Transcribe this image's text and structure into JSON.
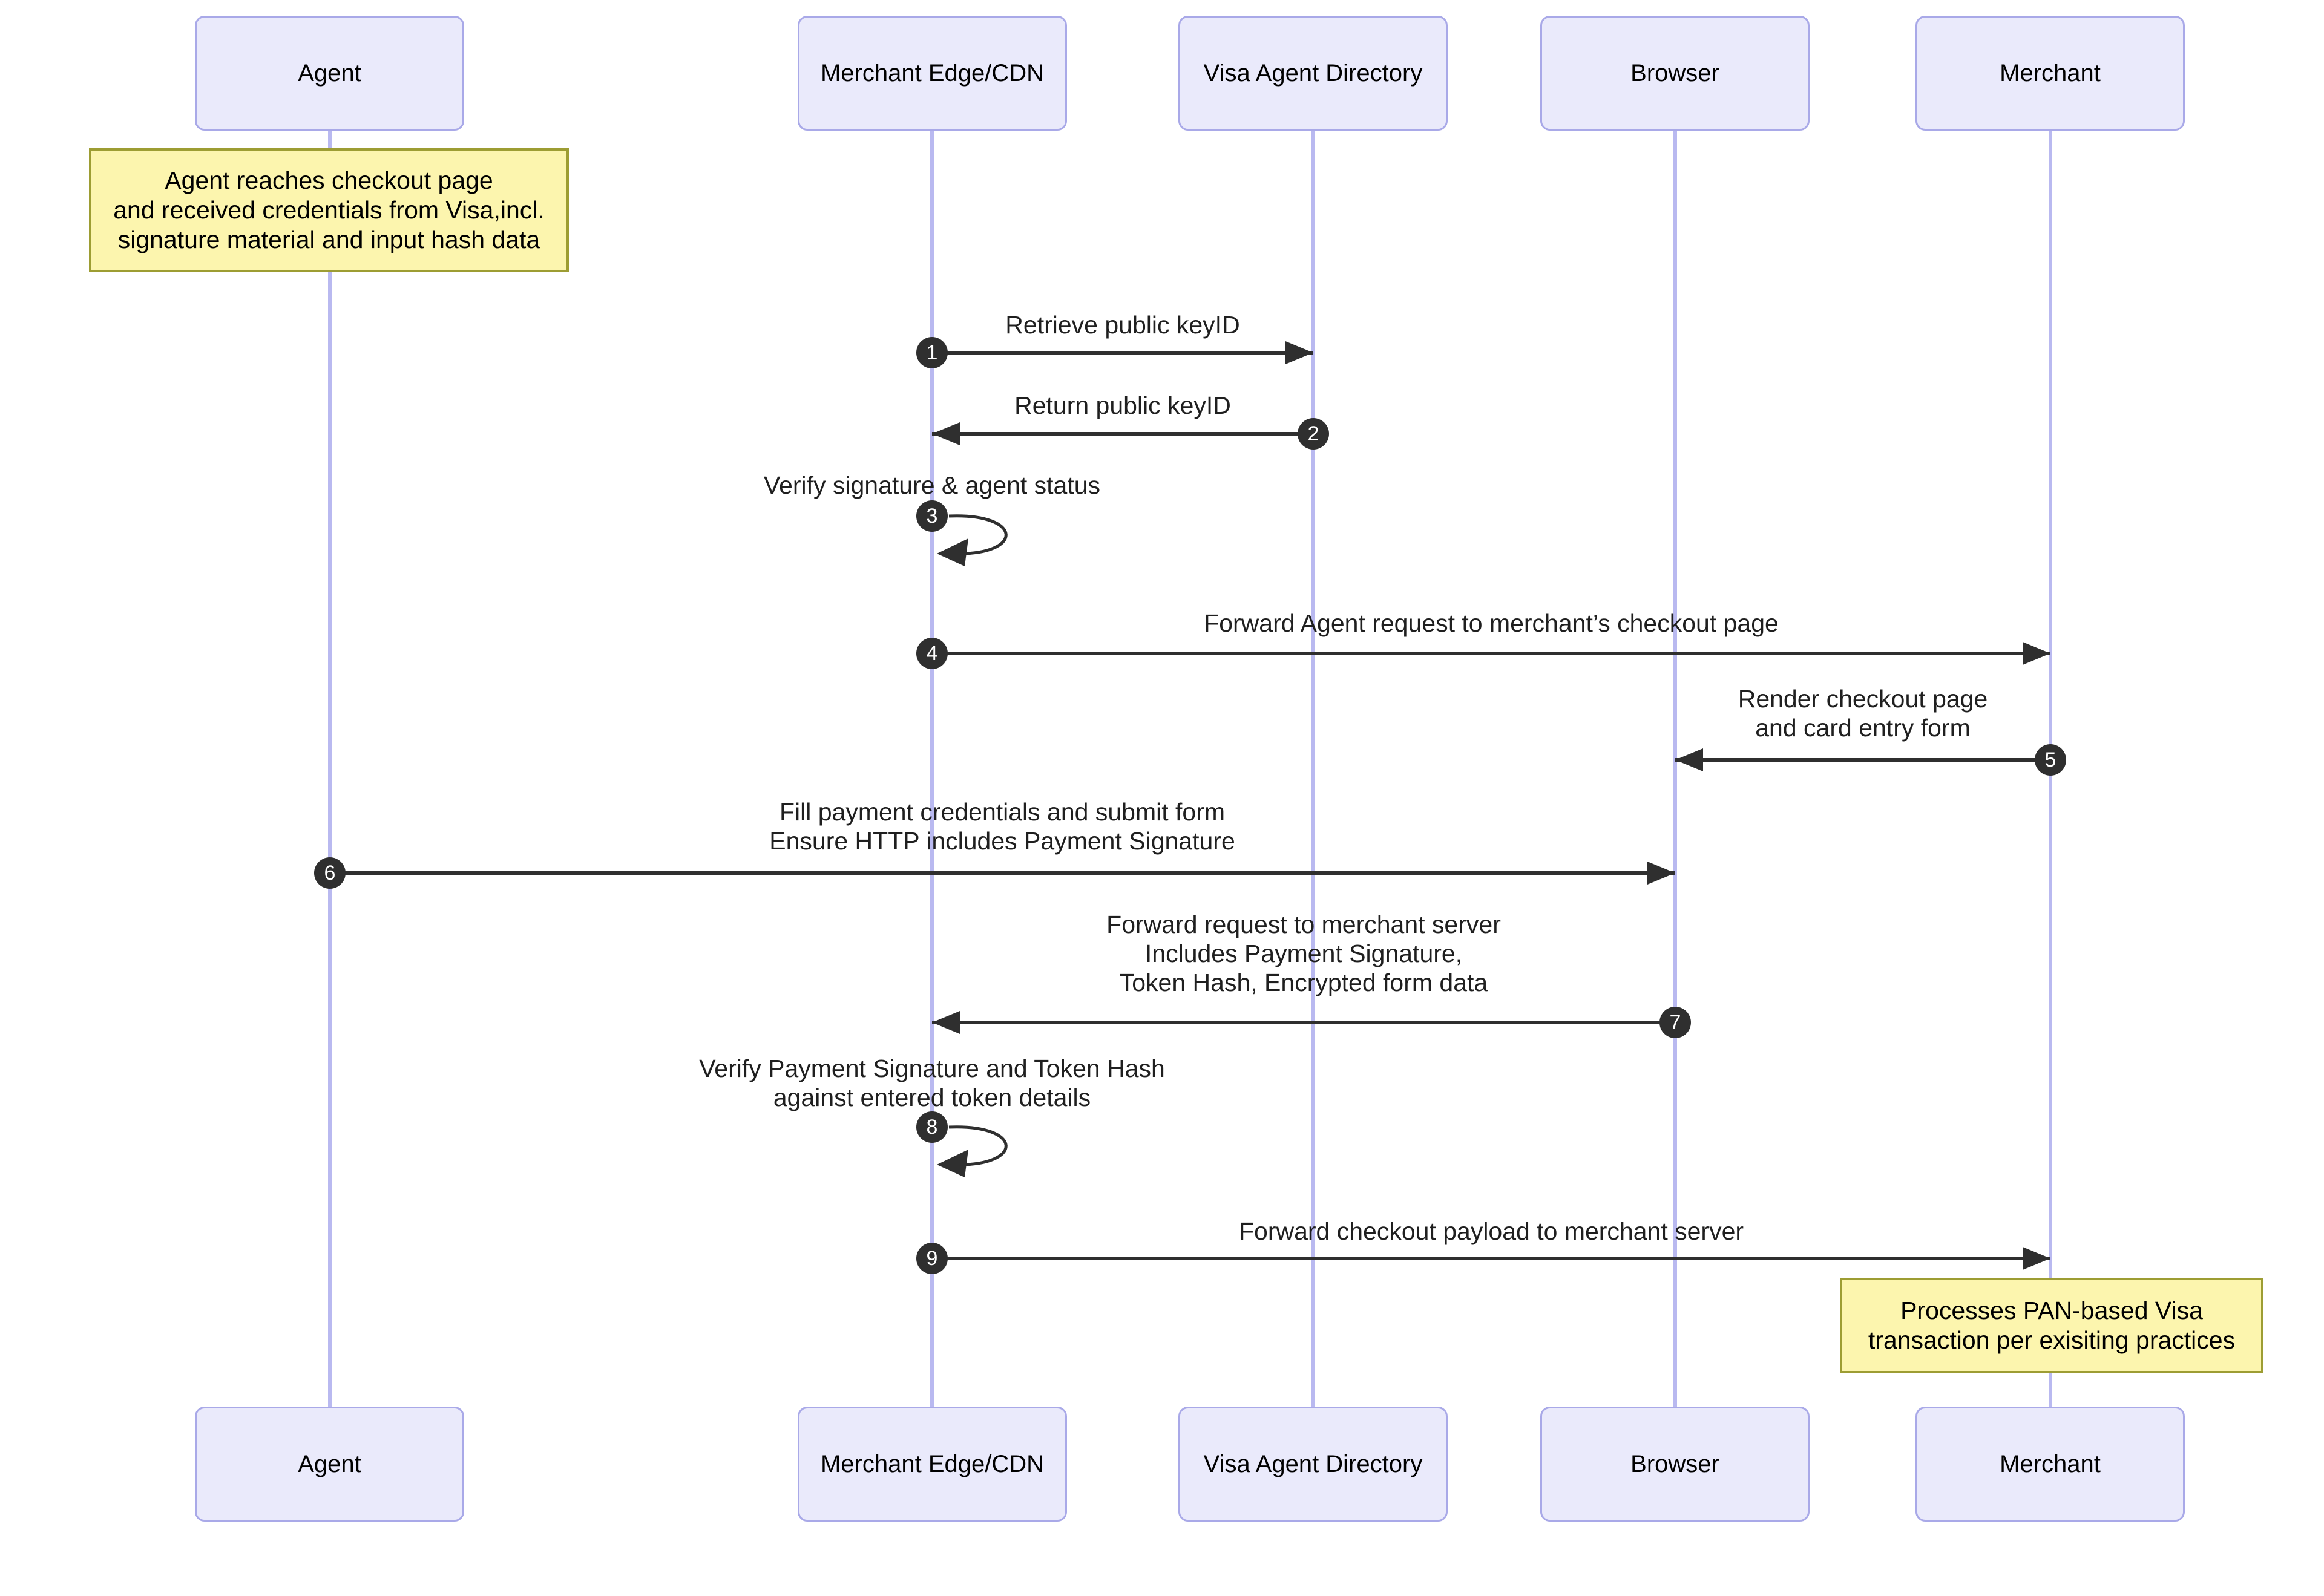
{
  "diagram": {
    "type": "sequence-diagram",
    "participants": [
      {
        "label": "Agent"
      },
      {
        "label": "Merchant Edge/CDN"
      },
      {
        "label": "Visa Agent Directory"
      },
      {
        "label": "Browser"
      },
      {
        "label": "Merchant"
      }
    ],
    "notes": [
      {
        "over": "Agent",
        "lines": [
          "Agent reaches checkout page",
          "and received credentials from Visa,incl.",
          "signature material and input hash data"
        ]
      },
      {
        "over": "Merchant",
        "lines": [
          "Processes PAN-based Visa",
          "transaction per exisiting practices"
        ]
      }
    ],
    "messages": [
      {
        "num": "1",
        "from": "Merchant Edge/CDN",
        "to": "Visa Agent Directory",
        "self": false,
        "lines": [
          "Retrieve public keyID"
        ]
      },
      {
        "num": "2",
        "from": "Visa Agent Directory",
        "to": "Merchant Edge/CDN",
        "self": false,
        "lines": [
          "Return public keyID"
        ]
      },
      {
        "num": "3",
        "from": "Merchant Edge/CDN",
        "to": "Merchant Edge/CDN",
        "self": true,
        "lines": [
          "Verify signature & agent status"
        ]
      },
      {
        "num": "4",
        "from": "Merchant Edge/CDN",
        "to": "Merchant",
        "self": false,
        "lines": [
          "Forward Agent request to merchant’s checkout page"
        ]
      },
      {
        "num": "5",
        "from": "Merchant",
        "to": "Browser",
        "self": false,
        "lines": [
          "Render checkout page",
          "and card entry form"
        ]
      },
      {
        "num": "6",
        "from": "Agent",
        "to": "Browser",
        "self": false,
        "lines": [
          "Fill payment credentials and submit form",
          "Ensure HTTP includes Payment Signature"
        ]
      },
      {
        "num": "7",
        "from": "Browser",
        "to": "Merchant Edge/CDN",
        "self": false,
        "lines": [
          "Forward request to merchant server",
          "Includes Payment Signature,",
          "Token Hash, Encrypted form data"
        ]
      },
      {
        "num": "8",
        "from": "Merchant Edge/CDN",
        "to": "Merchant Edge/CDN",
        "self": true,
        "lines": [
          "Verify Payment Signature and Token Hash",
          "against entered token details"
        ]
      },
      {
        "num": "9",
        "from": "Merchant Edge/CDN",
        "to": "Merchant",
        "self": false,
        "lines": [
          "Forward checkout payload to merchant server"
        ]
      }
    ],
    "colors": {
      "actor_fill": "#EAEAFB",
      "actor_border": "#A9A9E8",
      "lifeline": "#B9B9F0",
      "arrow": "#2F2F2F",
      "note_fill": "#FCF5AE",
      "note_border": "#9D9D33",
      "number_text": "#FFFFFF"
    }
  }
}
